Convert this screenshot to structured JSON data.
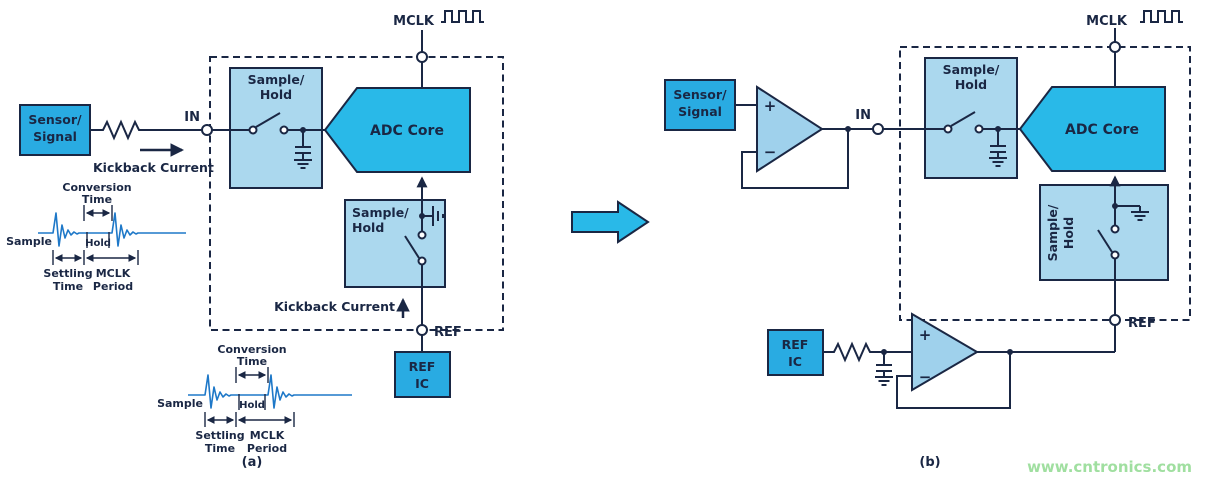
{
  "watermark": "www.cntronics.com",
  "colors": {
    "solid_box_fill": "#29abe2",
    "light_box_fill": "#abd8ee",
    "adc_fill": "#29b9e8",
    "opamp_fill": "#9fd1ec",
    "line_dark": "#1a2744",
    "waveform_blue": "#1e78c8",
    "watermark_green": "#a0dfa0",
    "background": "#ffffff"
  },
  "panel_a": {
    "caption": "(a)",
    "mclk_label": "MCLK",
    "in_label": "IN",
    "ref_label": "REF",
    "adc_core_label": "ADC Core",
    "sensor_box": {
      "line1": "Sensor/",
      "line2": "Signal"
    },
    "sample_hold_top": {
      "line1": "Sample/",
      "line2": "Hold"
    },
    "sample_hold_bottom": {
      "line1": "Sample/",
      "line2": "Hold"
    },
    "ref_ic_box": {
      "line1": "REF",
      "line2": "IC"
    },
    "kickback_in_label": "Kickback Current",
    "kickback_ref_label": "Kickback Current",
    "wave_in": {
      "conversion_line1": "Conversion",
      "conversion_line2": "Time",
      "sample": "Sample",
      "hold": "Hold",
      "settling_line1": "Settling",
      "settling_line2": "Time",
      "mclk_line1": "MCLK",
      "mclk_line2": "Period"
    },
    "wave_ref": {
      "conversion_line1": "Conversion",
      "conversion_line2": "Time",
      "sample": "Sample",
      "hold": "Hold",
      "settling_line1": "Settling",
      "settling_line2": "Time",
      "mclk_line1": "MCLK",
      "mclk_line2": "Period"
    }
  },
  "panel_b": {
    "caption": "(b)",
    "mclk_label": "MCLK",
    "in_label": "IN",
    "ref_label": "REF",
    "adc_core_label": "ADC Core",
    "sensor_box": {
      "line1": "Sensor/",
      "line2": "Signal"
    },
    "sample_hold_top": {
      "line1": "Sample/",
      "line2": "Hold"
    },
    "sample_hold_bottom": {
      "line1": "Sample/",
      "line2": "Hold"
    },
    "ref_ic_box": {
      "line1": "REF",
      "line2": "IC"
    },
    "opamp_in": {
      "plus": "+",
      "minus": "−"
    },
    "opamp_ref": {
      "plus": "+",
      "minus": "−"
    }
  }
}
